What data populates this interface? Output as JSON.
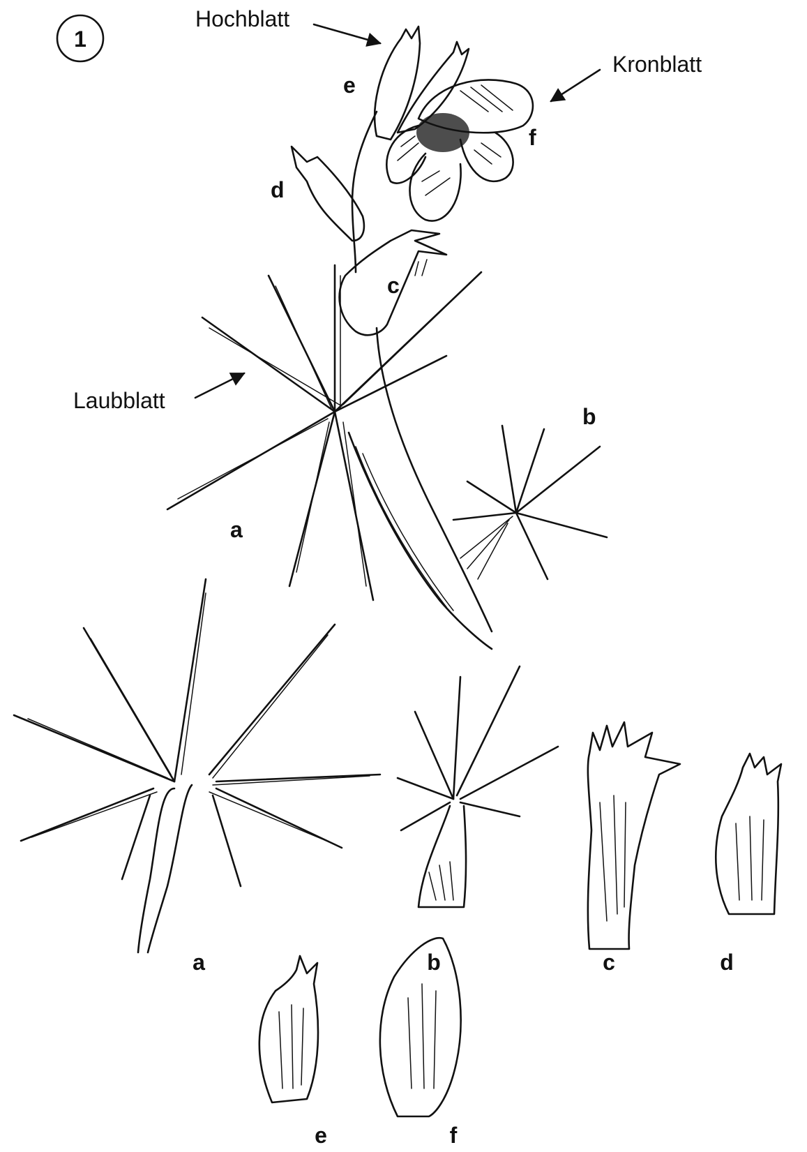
{
  "figure": {
    "number": "1",
    "terms": {
      "hochblatt": "Hochblatt",
      "kronblatt": "Kronblatt",
      "laubblatt": "Laubblatt"
    },
    "plant_labels": {
      "a": "a",
      "b": "b",
      "c": "c",
      "d": "d",
      "e": "e",
      "f": "f"
    },
    "leaf_labels": {
      "a": "a",
      "b": "b",
      "c": "c",
      "d": "d",
      "e": "e",
      "f": "f"
    }
  }
}
